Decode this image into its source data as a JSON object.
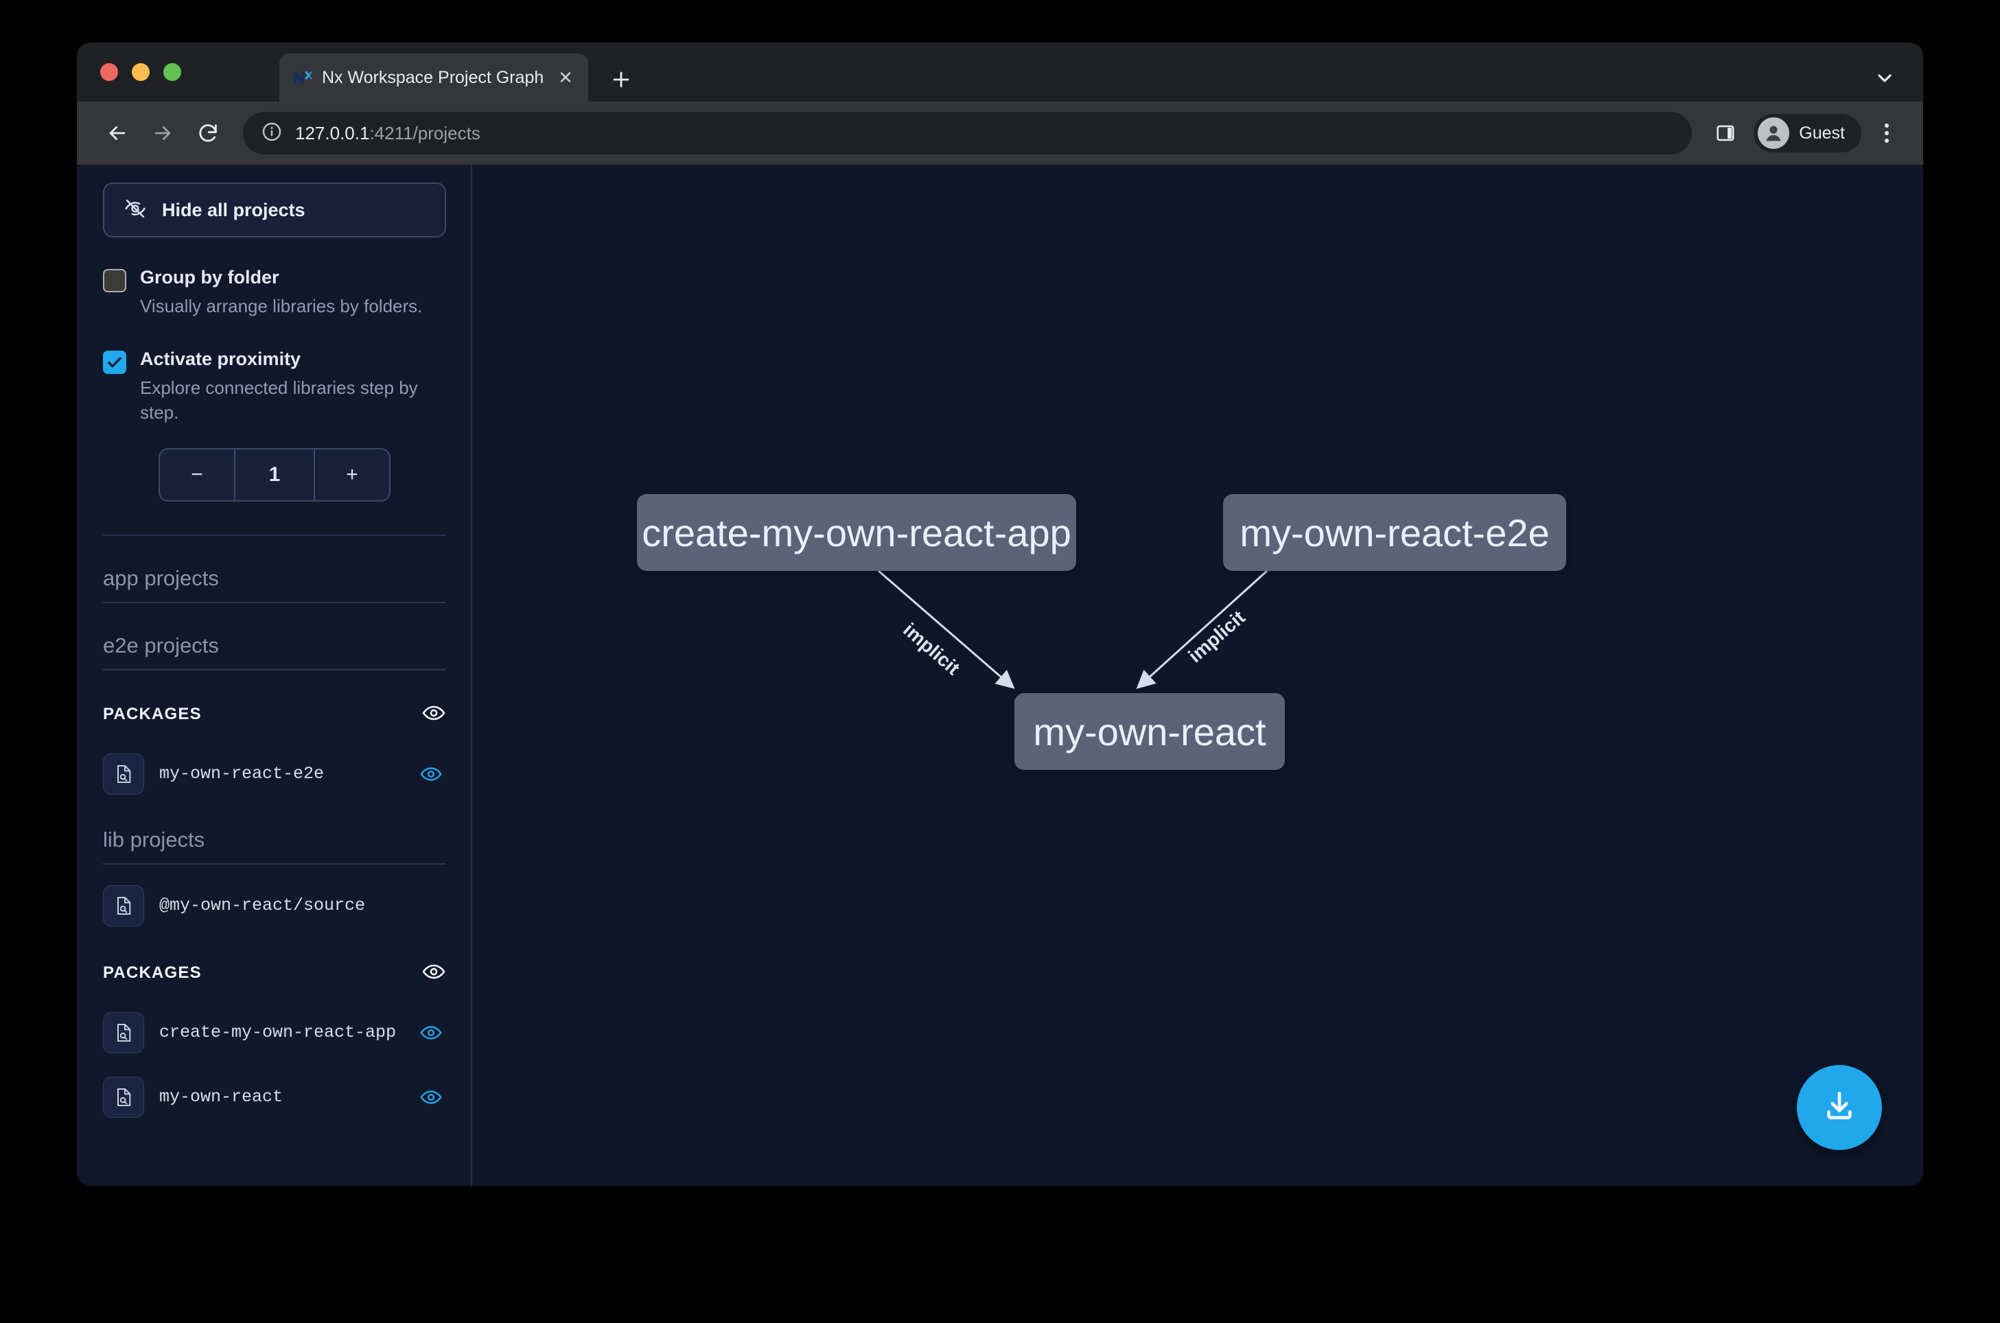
{
  "browser": {
    "tab": {
      "title": "Nx Workspace Project Graph",
      "favicon_icon": "nx-logo-icon",
      "close_icon": "close-icon"
    },
    "new_tab_icon": "plus-icon",
    "tab_list_icon": "chevron-down-icon",
    "toolbar": {
      "back_icon": "back-arrow-icon",
      "forward_icon": "forward-arrow-icon",
      "reload_icon": "reload-icon",
      "info_icon": "info-circle-icon",
      "url_host": "127.0.0.1",
      "url_path": ":4211/projects",
      "side_panel_icon": "side-panel-icon",
      "avatar_icon": "user-avatar-icon",
      "profile_name": "Guest",
      "menu_icon": "three-dots-vertical-icon"
    }
  },
  "sidebar": {
    "hide_all": {
      "label": "Hide all projects",
      "icon": "eye-off-icon"
    },
    "options": [
      {
        "id": "group-by-folder",
        "label": "Group by folder",
        "description": "Visually arrange libraries by folders.",
        "checked": false
      },
      {
        "id": "activate-proximity",
        "label": "Activate proximity",
        "description": "Explore connected libraries step by step.",
        "checked": true
      }
    ],
    "stepper": {
      "decrement_label": "−",
      "value": "1",
      "increment_label": "+"
    },
    "groups": [
      {
        "id": "app-projects",
        "title": "app projects",
        "sections": []
      },
      {
        "id": "e2e-projects",
        "title": "e2e projects",
        "sections": [
          {
            "label": "PACKAGES",
            "eye_icon": "eye-icon",
            "projects": [
              {
                "name": "my-own-react-e2e",
                "icon": "file-search-icon",
                "visible": true,
                "eye_icon": "eye-icon"
              }
            ]
          }
        ]
      },
      {
        "id": "lib-projects",
        "title": "lib projects",
        "sections": [
          {
            "label": "",
            "eye_icon": "",
            "projects": [
              {
                "name": "@my-own-react/source",
                "icon": "file-search-icon",
                "visible": false,
                "eye_icon": ""
              }
            ]
          },
          {
            "label": "PACKAGES",
            "eye_icon": "eye-icon",
            "projects": [
              {
                "name": "create-my-own-react-app",
                "icon": "file-search-icon",
                "visible": true,
                "eye_icon": "eye-icon"
              },
              {
                "name": "my-own-react",
                "icon": "file-search-icon",
                "visible": true,
                "eye_icon": "eye-icon"
              }
            ]
          }
        ]
      }
    ]
  },
  "graph": {
    "nodes": [
      {
        "id": "create-my-own-react-app",
        "label": "create-my-own-react-app"
      },
      {
        "id": "my-own-react-e2e",
        "label": "my-own-react-e2e"
      },
      {
        "id": "my-own-react",
        "label": "my-own-react"
      }
    ],
    "edges": [
      {
        "from": "create-my-own-react-app",
        "to": "my-own-react",
        "label": "implicit"
      },
      {
        "from": "my-own-react-e2e",
        "to": "my-own-react",
        "label": "implicit"
      }
    ],
    "download_button": {
      "icon": "download-icon"
    }
  },
  "colors": {
    "accent": "#20A7EC",
    "canvas_bg": "#0E1629",
    "sidebar_bg": "#11182C",
    "node_fill": "#5B6379"
  }
}
